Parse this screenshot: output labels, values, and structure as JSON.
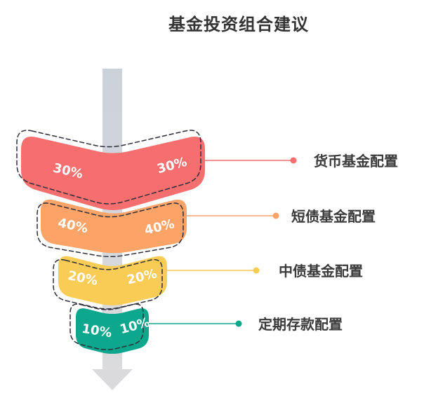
{
  "title": "基金投资组合建议",
  "chart_data": {
    "type": "funnel",
    "title": "基金投资组合建议",
    "direction": "top-down",
    "layers": [
      {
        "label": "货币基金配置",
        "percent": 30,
        "value_label_left": "30%",
        "value_label_right": "30%",
        "color": "#f66e6e"
      },
      {
        "label": "短债基金配置",
        "percent": 40,
        "value_label_left": "40%",
        "value_label_right": "40%",
        "color": "#fca368"
      },
      {
        "label": "中债基金配置",
        "percent": 20,
        "value_label_left": "20%",
        "value_label_right": "20%",
        "color": "#f8cc55"
      },
      {
        "label": "定期存款配置",
        "percent": 10,
        "value_label_left": "10%",
        "value_label_right": "10%",
        "color": "#0ca78c"
      }
    ],
    "arrow_color_top": "#ccd2d9",
    "arrow_color_bottom": "#dbdbdd",
    "outline_color": "#2e2e3a",
    "label_text_color": "#3a3a3a",
    "percent_text_color": "#ffffff",
    "legend_position": "right"
  }
}
